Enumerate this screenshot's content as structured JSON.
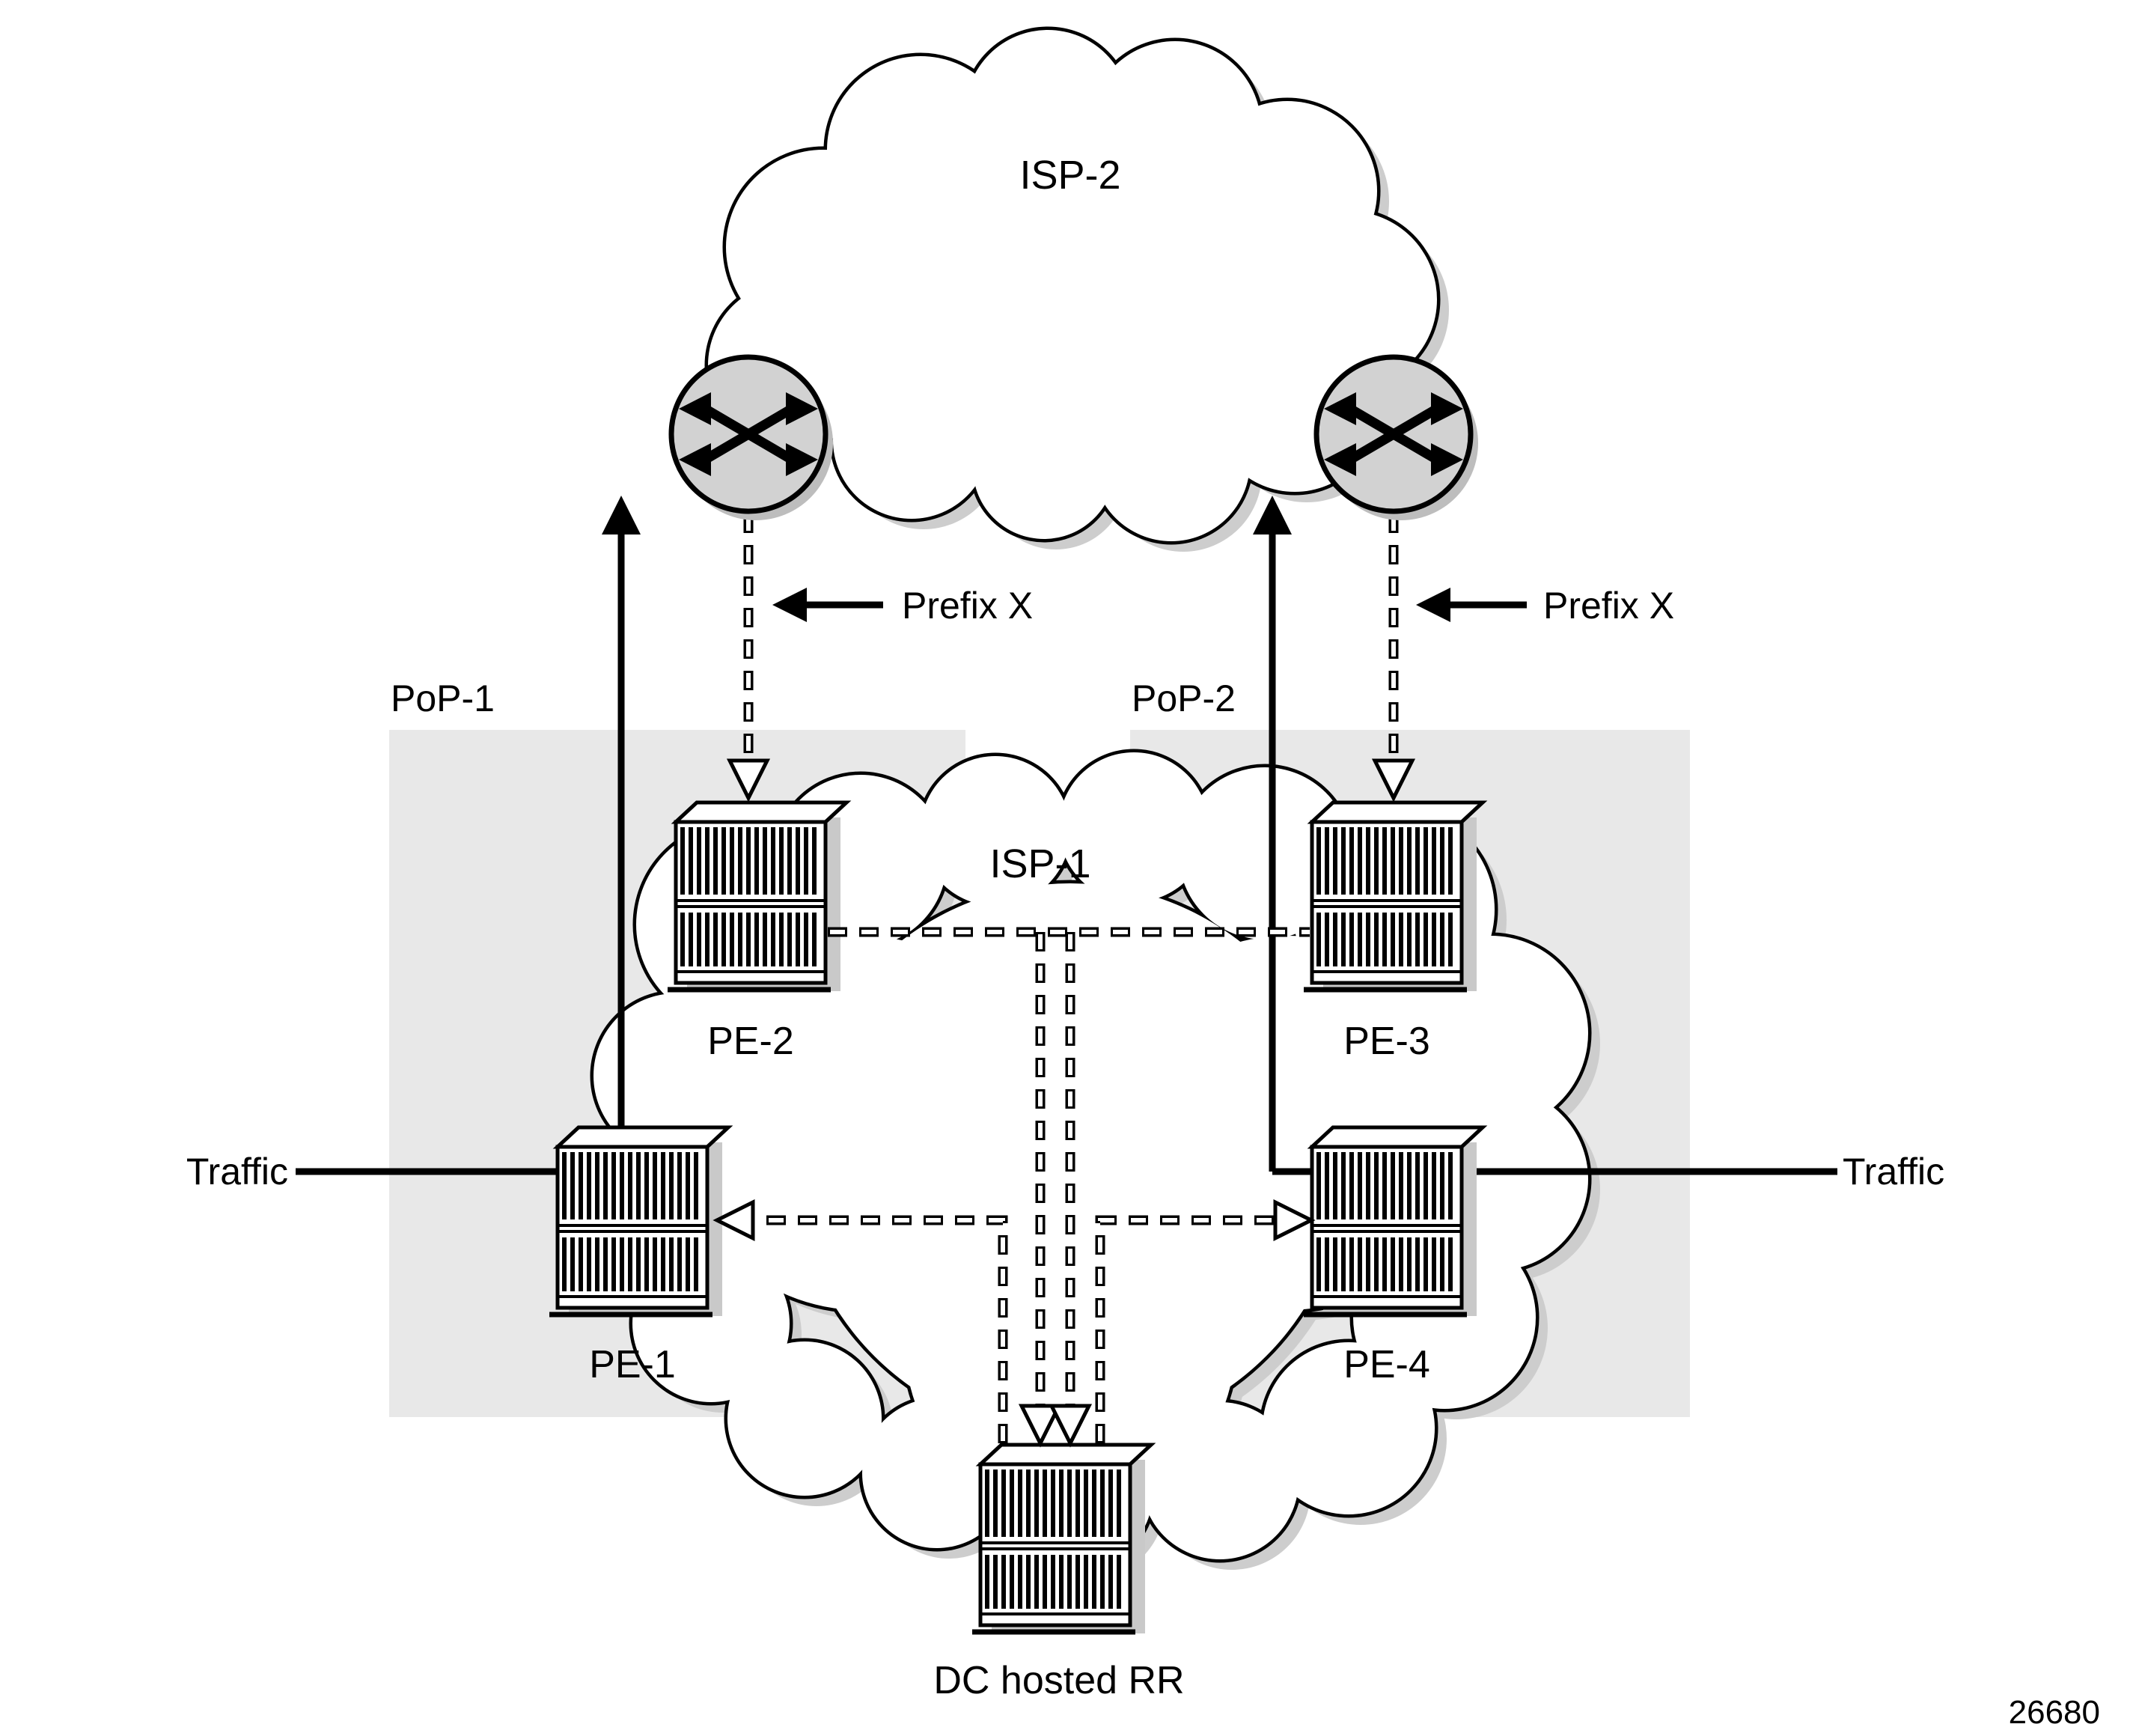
{
  "diagram": {
    "clouds": {
      "isp2": "ISP-2",
      "isp1": "ISP-1"
    },
    "pops": {
      "pop1": "PoP-1",
      "pop2": "PoP-2"
    },
    "nodes": {
      "pe1": "PE-1",
      "pe2": "PE-2",
      "pe3": "PE-3",
      "pe4": "PE-4",
      "rr": "DC hosted RR"
    },
    "annotations": {
      "prefix_left": "Prefix X",
      "prefix_right": "Prefix X",
      "traffic_left": "Traffic",
      "traffic_right": "Traffic"
    },
    "figure_number": "26680",
    "colors": {
      "background": "#ffffff",
      "line": "#000000",
      "pop_fill": "#e8e8e8",
      "router_disc": "#d2d2d2",
      "shadow": "#c9c9c9"
    }
  }
}
